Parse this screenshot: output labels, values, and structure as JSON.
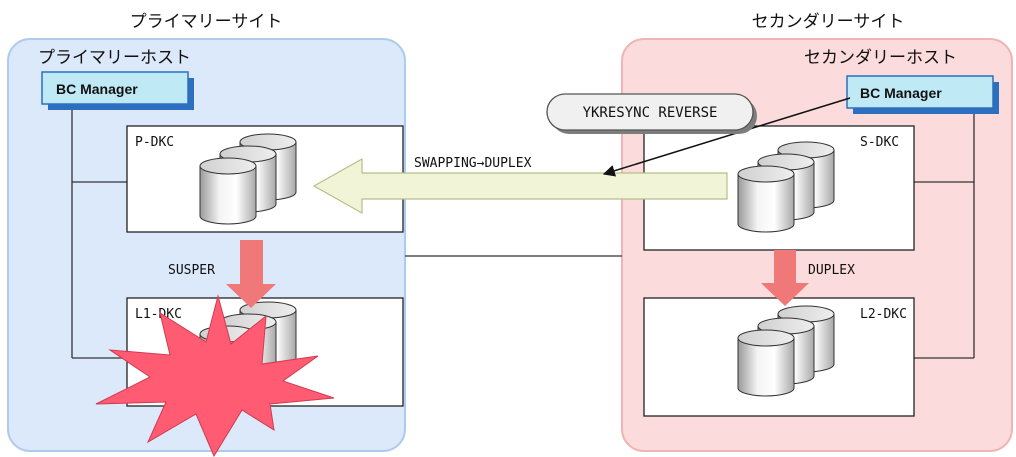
{
  "primary": {
    "site_label": "プライマリーサイト",
    "host_label": "プライマリーホスト",
    "manager_label": "BC Manager",
    "storage_top": "P-DKC",
    "storage_bottom": "L1-DKC",
    "status_label": "SUSPER"
  },
  "secondary": {
    "site_label": "セカンダリーサイト",
    "host_label": "セカンダリーホスト",
    "manager_label": "BC Manager",
    "storage_top": "S-DKC",
    "storage_bottom": "L2-DKC",
    "status_label": "DUPLEX"
  },
  "command_label": "YKRESYNC REVERSE",
  "transfer_label": "SWAPPING→DUPLEX",
  "colors": {
    "primary_zone": "#dbe9fb",
    "primary_zone_border": "#aecbee",
    "secondary_zone": "#fbdbdb",
    "secondary_zone_border": "#f0b4b4",
    "manager_fill": "#bfe9f5",
    "big_arrow": "#f2f4d8",
    "down_arrow": "#f07878",
    "failure_burst": "#ff5b73"
  },
  "icons": [
    "storage-disk-icon",
    "failure-burst-icon",
    "big-left-arrow-icon",
    "down-arrow-icon"
  ]
}
